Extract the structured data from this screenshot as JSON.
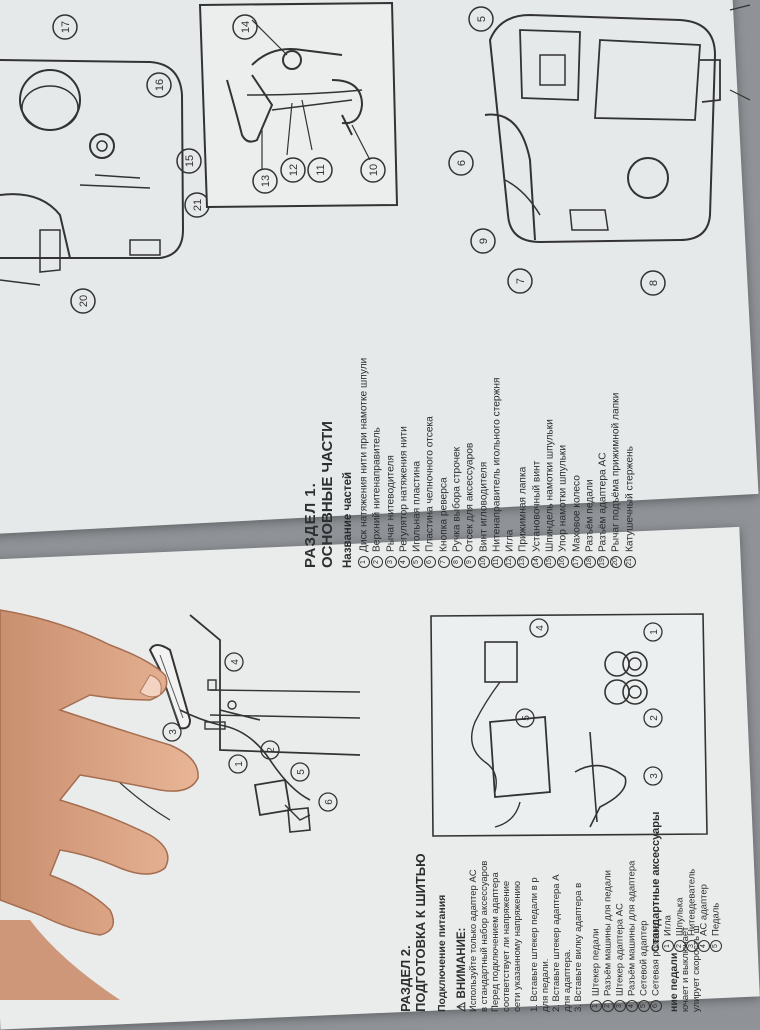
{
  "section1": {
    "heading": "РАЗДЕЛ 1.",
    "subheading": "ОСНОВНЫЕ ЧАСТИ",
    "parts_title": "Название частей",
    "parts": [
      "Диск натяжения нити при намотке шпули",
      "Верхний нитенаправитель",
      "Рычаг нитеводителя",
      "Регулятор натяжения нити",
      "Игольная пластина",
      "Пластина челночного отсека",
      "Кнопка реверса",
      "Ручка выбора строчек",
      "Отсек для аксессуаров",
      "Винт игловодителя",
      "Нитенаправитель игольного стержня",
      "Игла",
      "Прижимная лапка",
      "Установочный винт",
      "Шпиндель намотки шпульки",
      "Упор намотки шпульки",
      "Маховое колесо",
      "Разъём педали",
      "Разъём адаптера AC",
      "Рычаг подъёма прижимной лапки",
      "Катушечный стержень"
    ],
    "diagram_numbers": [
      "5",
      "6",
      "7",
      "8",
      "9",
      "10",
      "11",
      "12",
      "13",
      "14",
      "15",
      "16",
      "17",
      "20",
      "21"
    ]
  },
  "section2": {
    "heading": "РАЗДЕЛ 2.",
    "subheading": "ПОДГОТОВКА К ШИТЬЮ",
    "power_title": "Подключение питания",
    "attention": "ВНИМАНИЕ:",
    "attention_lines": [
      "Используйте только адаптер AC",
      "в стандартный набор аксессуаров",
      "Перед подключением адаптера",
      "соответствует ли напряжение",
      "сети указанному напряжению"
    ],
    "steps": [
      "1.  Вставьте штекер педали в р",
      "     для педали.",
      "2.  Вставьте штекер адаптера А",
      "     для адаптера.",
      "3.  Вставьте вилку адаптера в"
    ],
    "legend": [
      "Штекер педали",
      "Разъём машины для педали",
      "Штекер адаптера AC",
      "Разъём машины для адаптера",
      "Сетевой адаптер",
      "Сетевая розетка"
    ],
    "pedal_title": "ние педали",
    "pedal_lines": [
      "ючает и выключает",
      "улирует скорость ш"
    ],
    "diagram_numbers": [
      "1",
      "2",
      "3",
      "4",
      "5",
      "6"
    ]
  },
  "accessories": {
    "title": "Стандартные аксессуары",
    "items": [
      "Игла",
      "Шпулька",
      "Нитевдеватель",
      "AC адаптер",
      "Педаль"
    ],
    "box_numbers": [
      "1",
      "2",
      "3",
      "4",
      "5"
    ]
  }
}
